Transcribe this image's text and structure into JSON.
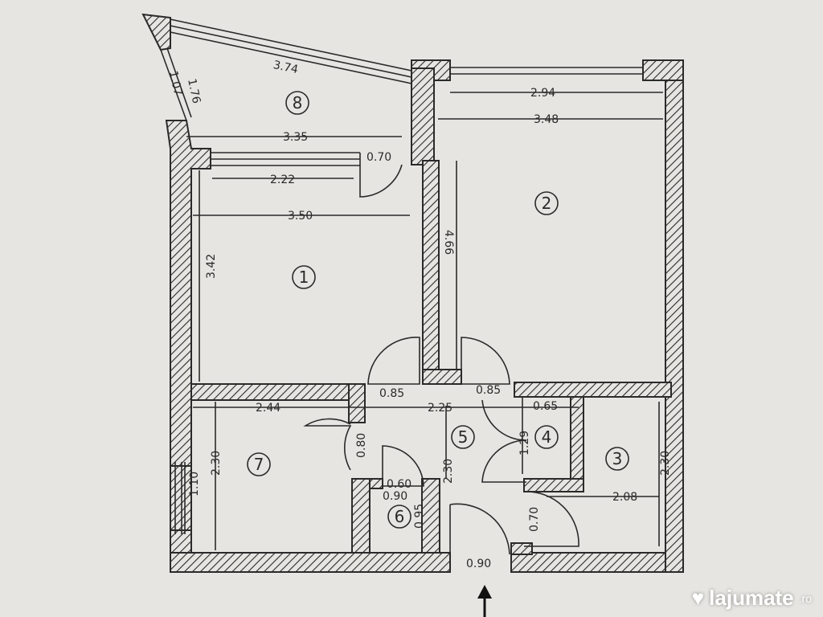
{
  "rooms": [
    "1",
    "2",
    "3",
    "4",
    "5",
    "6",
    "7",
    "8"
  ],
  "dims": {
    "balcony_length": "3.74",
    "balcony_side_outer": "1.76",
    "balcony_side_inner": "1.07",
    "balcony_width": "3.35",
    "balcony_door": "0.70",
    "room1_window": "2.22",
    "room1_width": "3.50",
    "room1_depth": "3.42",
    "room2_window": "2.94",
    "room2_width": "3.48",
    "room2_depth": "4.66",
    "door1": "0.85",
    "door2": "0.85",
    "hall_length": "2.25",
    "closet_width": "0.65",
    "closet_depth": "1.29",
    "room7_width": "2.44",
    "room7_depth": "2.30",
    "room7_window": "1.10",
    "door7": "0.80",
    "door6": "0.60",
    "room6_width": "0.90",
    "room6_depth": "0.95",
    "hall_depth": "2.30",
    "room3_width": "2.08",
    "room3_depth": "2.30",
    "door3": "0.70",
    "entrance_door": "0.90"
  },
  "watermark": {
    "brand": "lajumate",
    "tld": ".ro"
  }
}
